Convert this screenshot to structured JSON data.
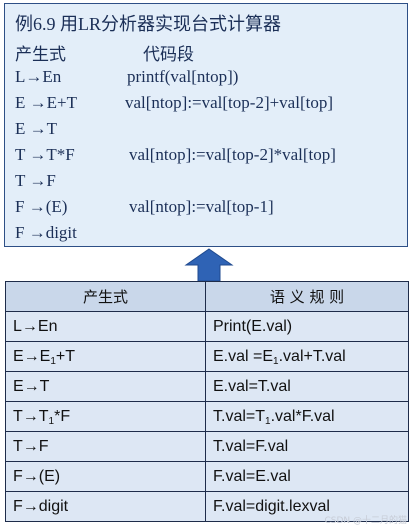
{
  "example": {
    "title": "例6.9 用LR分析器实现台式计算器",
    "header_production": "产生式",
    "header_code": "代码段",
    "rows": [
      {
        "production": "L→En",
        "code": "printf(val[ntop])"
      },
      {
        "production": "E →E+T",
        "code": "val[ntop]:=val[top-2]+val[top]"
      },
      {
        "production": "E →T",
        "code": ""
      },
      {
        "production": "T →T*F",
        "code": "val[ntop]:=val[top-2]*val[top]"
      },
      {
        "production": "T →F",
        "code": ""
      },
      {
        "production": "F →(E)",
        "code": "val[ntop]:=val[top-1]"
      },
      {
        "production": "F →digit",
        "code": ""
      }
    ]
  },
  "table": {
    "headers": [
      "产生式",
      "语 义 规 则"
    ],
    "rows": [
      {
        "production": "L→En",
        "rule": "Print(E.val)"
      },
      {
        "p_pre": "E→E",
        "p_sub": "1",
        "p_post": "+T",
        "r_pre": "E.val =E",
        "r_sub": "1",
        "r_post": ".val+T.val"
      },
      {
        "production": "E→T",
        "rule": "E.val=T.val"
      },
      {
        "p_pre": "T→T",
        "p_sub": "1",
        "p_post": "*F",
        "r_pre": "T.val=T",
        "r_sub": "1",
        "r_post": ".val*F.val"
      },
      {
        "production": "T→F",
        "rule": "T.val=F.val"
      },
      {
        "production": "F→(E)",
        "rule": "F.val=E.val"
      },
      {
        "production": "F→digit",
        "rule": "F.val=digit.lexval"
      }
    ]
  },
  "watermark": "CSDN @十二月的猫",
  "colors": {
    "box_bg": "#e3eef9",
    "header_bg": "#c9d7ea",
    "cell_bg": "#dde7f4",
    "arrow": "#2f63b5"
  }
}
